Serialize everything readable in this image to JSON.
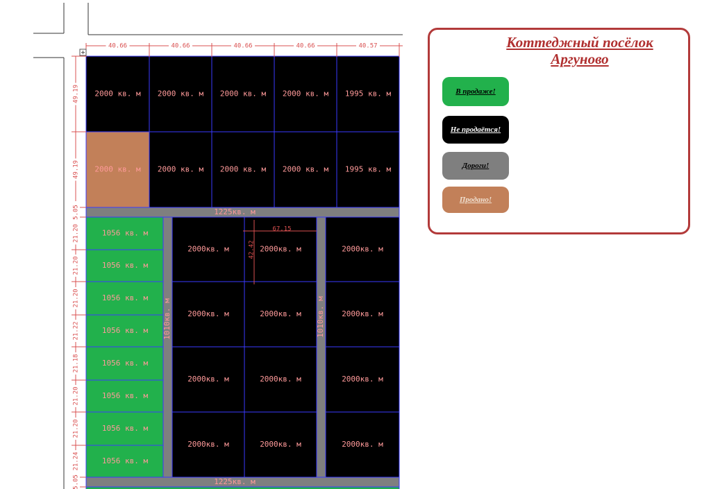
{
  "legend": {
    "title_line1": "Коттеджный посёлок",
    "title_line2": "Аргуново",
    "for_sale": "В продаже!",
    "not_for_sale": "Не продаётся!",
    "roads": "Дороги!",
    "sold": "Продано!"
  },
  "colors": {
    "for_sale": "#22b14c",
    "not_for_sale": "#000000",
    "road": "#7f7f7f",
    "sold": "#c28059",
    "grid_line": "#3a3aff",
    "label": "#ff9a9a",
    "dimension": "#d95050",
    "legend_border": "#b23a3a"
  },
  "dimensions": {
    "top": [
      "40.66",
      "40.66",
      "40.66",
      "40.66",
      "40.57"
    ],
    "left": [
      "49.19",
      "49.19",
      "5.05",
      "21.20",
      "21.20",
      "21.20",
      "21.22",
      "21.18",
      "21.20",
      "21.20",
      "21.24",
      "5.05"
    ],
    "inner_width": "67.15",
    "inner_height": "42.42"
  },
  "plots": {
    "top_rows": [
      [
        "2000 кв. м",
        "2000 кв. м",
        "2000 кв. м",
        "2000 кв. м",
        "1995 кв. м"
      ],
      [
        "2000 кв. м",
        "2000 кв. м",
        "2000 кв. м",
        "2000 кв. м",
        "1995 кв. м"
      ]
    ],
    "green_column": [
      "1056 кв. м",
      "1056 кв. м",
      "1056 кв. м",
      "1056 кв. м",
      "1056 кв. м",
      "1056 кв. м",
      "1056 кв. м",
      "1056 кв. м"
    ],
    "lower_grid": [
      [
        "2000кв. м",
        "2000кв. м",
        "2000кв. м"
      ],
      [
        "2000кв. м",
        "2000кв. м",
        "2000кв. м"
      ],
      [
        "2000кв. м",
        "2000кв. м",
        "2000кв. м"
      ],
      [
        "2000кв. м",
        "2000кв. м",
        "2000кв. м"
      ]
    ]
  },
  "roads": {
    "horizontal_1": "1225кв. м",
    "horizontal_2": "1225кв. м",
    "vertical_1": "1010кв. м",
    "vertical_2": "1010кв. м"
  }
}
